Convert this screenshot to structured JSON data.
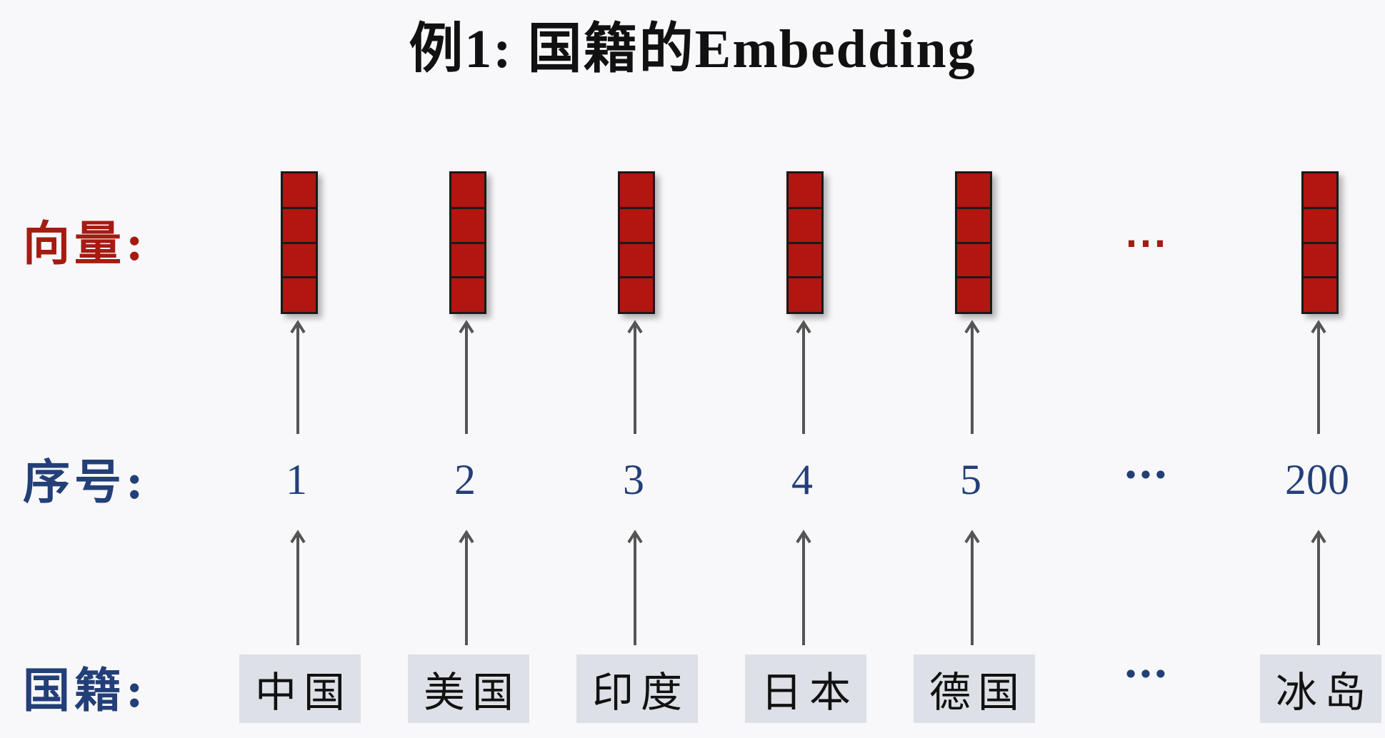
{
  "title": "例1:  国籍的Embedding",
  "labels": {
    "vector": "向量:",
    "index": "序号:",
    "nation": "国籍:"
  },
  "ellipsis": {
    "vector": "⋯",
    "index": "···",
    "nation": "···"
  },
  "columns": [
    {
      "index": "1",
      "nation": "中国"
    },
    {
      "index": "2",
      "nation": "美国"
    },
    {
      "index": "3",
      "nation": "印度"
    },
    {
      "index": "4",
      "nation": "日本"
    },
    {
      "index": "5",
      "nation": "德国"
    },
    {
      "index": "200",
      "nation": "冰岛"
    }
  ],
  "colors": {
    "vector_fill": "#b31511",
    "vector_label": "#a51b12",
    "index_label": "#233f78",
    "nation_box": "#dde0e6",
    "arrow": "#555555"
  },
  "vector_cells": 4
}
